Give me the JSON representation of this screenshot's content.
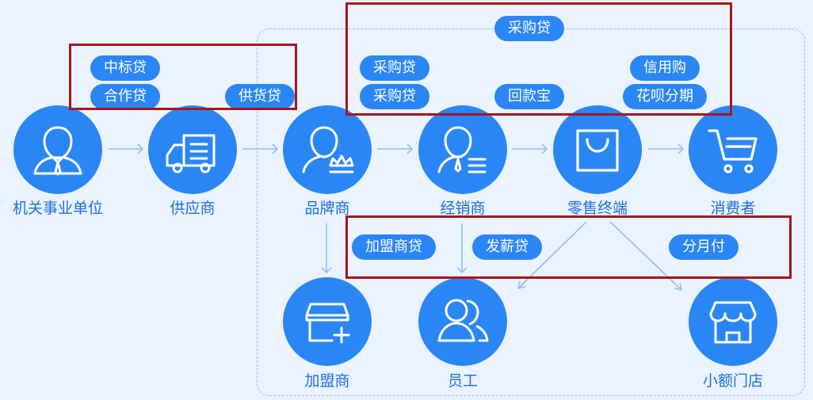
{
  "nodes": {
    "gov": "机关事业单位",
    "supplier": "供应商",
    "brand": "品牌商",
    "dealer": "经销商",
    "retail": "零售终端",
    "consumer": "消费者",
    "franchise": "加盟商",
    "employee": "员工",
    "store": "小额门店"
  },
  "products": {
    "zhongbiao": "中标贷",
    "hezuo": "合作贷",
    "gonghuo": "供货贷",
    "caigou_top": "采购贷",
    "caigou_1": "采购贷",
    "caigou_2": "采购贷",
    "huikuan": "回款宝",
    "xinyong": "信用购",
    "huabei": "花呗分期",
    "jiameng": "加盟商贷",
    "faxin": "发薪贷",
    "fenyue": "分月付"
  },
  "colors": {
    "node": "#2b86f5",
    "label": "#1d6fe0",
    "highlight": "#a8141e",
    "background": "#eaf3fe"
  }
}
